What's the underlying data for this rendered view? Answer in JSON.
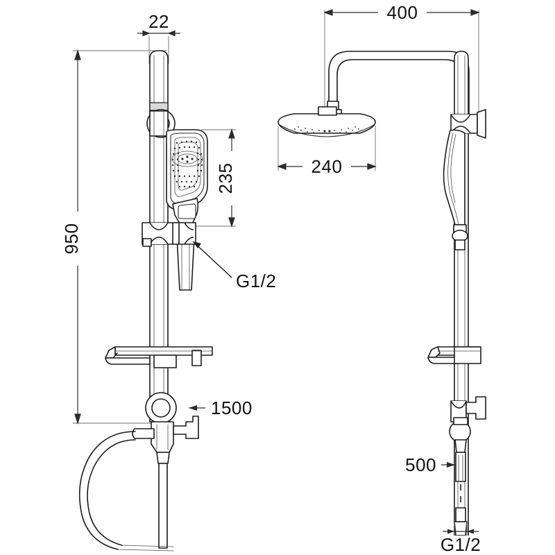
{
  "drawing": {
    "title": "Shower column technical dimension drawing",
    "units": "mm",
    "background_color": "#ffffff",
    "line_color": "#1b1b1b",
    "dimension_color": "#2b2b2b",
    "extension_color": "#6d6d6d"
  },
  "dimensions": {
    "riser_width": {
      "value": "22",
      "label": "22",
      "orientation": "horizontal",
      "location": "top-left",
      "describes": "riser bar width"
    },
    "arm_reach": {
      "value": "400",
      "label": "400",
      "orientation": "horizontal",
      "location": "top-right",
      "describes": "overhead shower arm span"
    },
    "overall_height": {
      "value": "950",
      "label": "950",
      "orientation": "vertical-rotated",
      "location": "left",
      "describes": "total adjustable column height"
    },
    "handshower_height": {
      "value": "235",
      "label": "235",
      "orientation": "vertical-rotated",
      "location": "center",
      "describes": "hand shower head height"
    },
    "rainhead_diameter": {
      "value": "240",
      "label": "240",
      "orientation": "horizontal",
      "location": "upper-center-right",
      "describes": "rain shower head diameter"
    },
    "hose_length": {
      "value": "1500",
      "label": "1500",
      "orientation": "horizontal-leader",
      "location": "center-lower-left",
      "describes": "shower hose length"
    },
    "supply_hose": {
      "value": "500",
      "label": "500",
      "orientation": "horizontal-leader",
      "location": "lower-right",
      "describes": "supply connection hose length"
    }
  },
  "callouts": {
    "thread_upper": {
      "label": "G1/2",
      "describes": "upper inlet thread size",
      "location": "center-left-view"
    },
    "thread_lower": {
      "label": "G1/2",
      "describes": "lower supply thread size",
      "location": "bottom-right-view"
    }
  },
  "views": {
    "front": {
      "name": "front-elevation",
      "components": [
        "riser-bar",
        "ring-holder",
        "hand-shower",
        "slider-bracket",
        "shelf-tray",
        "diverter-body",
        "shower-hose"
      ]
    },
    "side": {
      "name": "side-elevation",
      "components": [
        "overhead-arm",
        "rain-shower-head",
        "riser-bar",
        "hand-shower-profile",
        "shelf-tray",
        "diverter-body",
        "supply-hose"
      ]
    }
  }
}
